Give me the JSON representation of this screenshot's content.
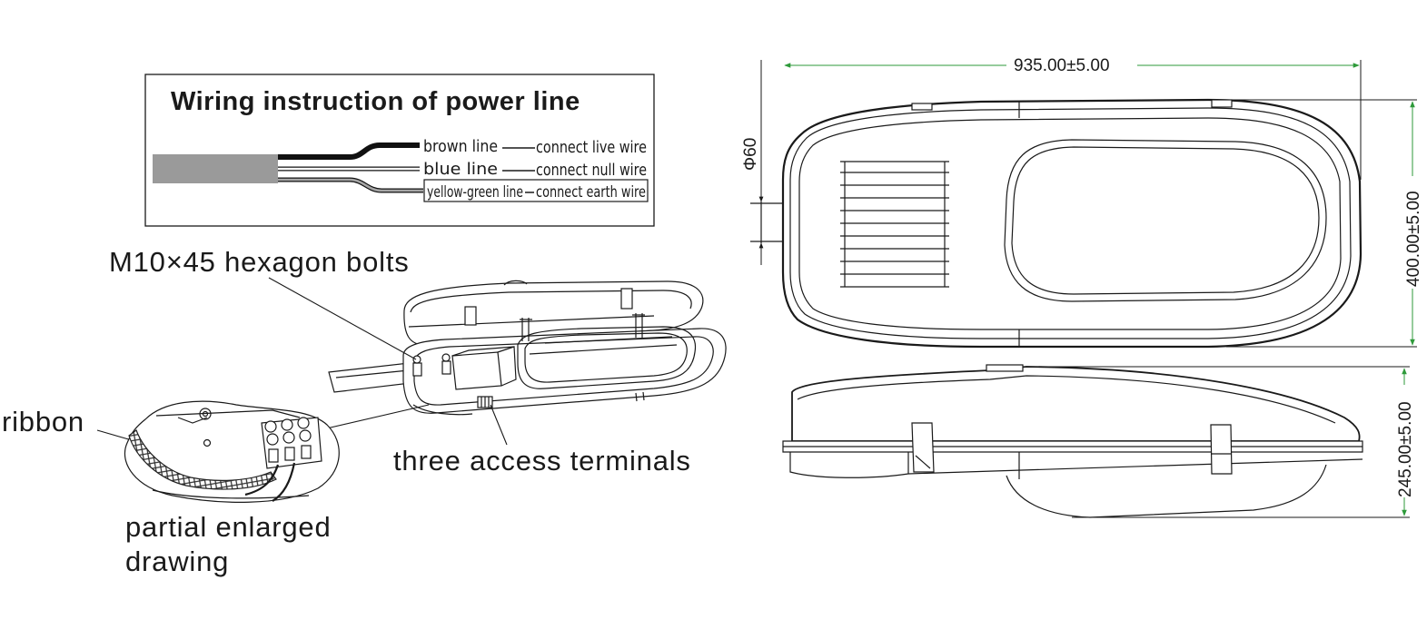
{
  "wiring_box": {
    "title": "Wiring  instruction of power line",
    "wires": [
      {
        "name": "brown line",
        "action": "connect live wire"
      },
      {
        "name": "blue  line",
        "action": "connect null wire"
      },
      {
        "name": "yellow-green line",
        "action": "connect earth wire"
      }
    ]
  },
  "labels": {
    "bolts": "M10×45 hexagon bolts",
    "ribbon": "ribbon",
    "terminals": "three access terminals",
    "enlarged_line1": "partial enlarged",
    "enlarged_line2": "drawing"
  },
  "dimensions": {
    "length": "935.00±5.00",
    "width": "400.00±5.00",
    "height": "245.00±5.00",
    "pipe_diameter": "Φ60"
  },
  "colors": {
    "line": "#1a1a1a",
    "dimension_arrow": "#2e9a3a",
    "cable_sheath": "#9a9a9a"
  }
}
